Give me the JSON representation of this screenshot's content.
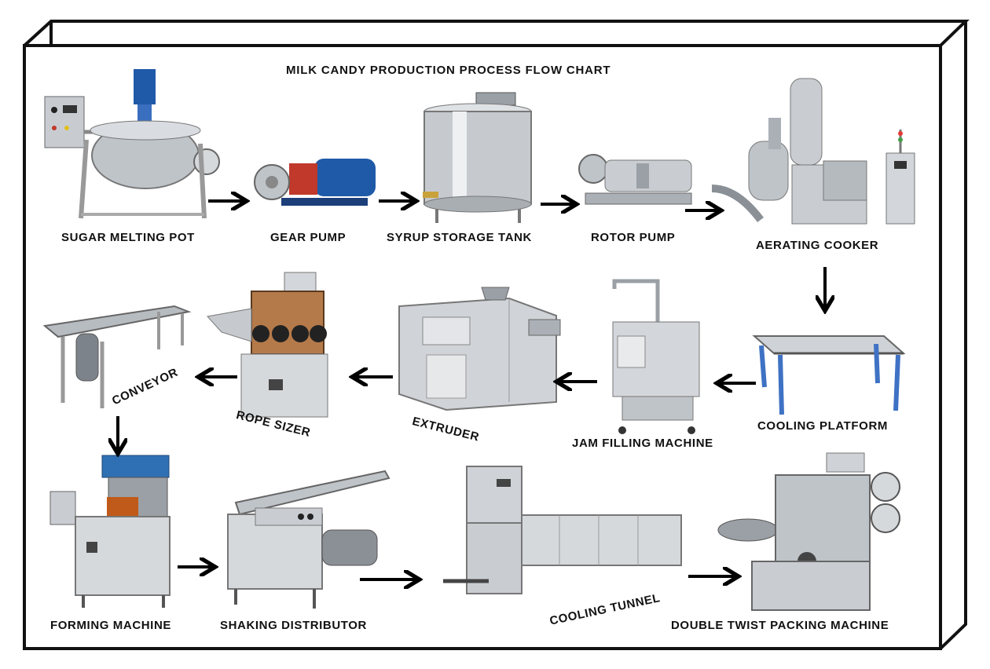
{
  "title": "MILK CANDY PRODUCTION PROCESS FLOW CHART",
  "machines": {
    "sugar_melting_pot": "SUGAR MELTING POT",
    "gear_pump": "GEAR PUMP",
    "syrup_storage_tank": "SYRUP STORAGE TANK",
    "rotor_pump": "ROTOR PUMP",
    "aerating_cooker": "AERATING COOKER",
    "cooling_platform": "COOLING PLATFORM",
    "jam_filling_machine": "JAM FILLING MACHINE",
    "extruder": "EXTRUDER",
    "rope_sizer": "ROPE SIZER",
    "conveyor": "CONVEYOR",
    "forming_machine": "FORMING MACHINE",
    "shaking_distributor": "SHAKING DISTRIBUTOR",
    "cooling_tunnel": "COOLING TUNNEL",
    "double_twist_packing_machine": "DOUBLE TWIST PACKING MACHINE"
  },
  "colors": {
    "frame": "#111111",
    "steel": "#c9cdd2",
    "motor_blue": "#1f5aa8",
    "accent_red": "#c0392b",
    "leg_blue": "#3f72c4"
  }
}
